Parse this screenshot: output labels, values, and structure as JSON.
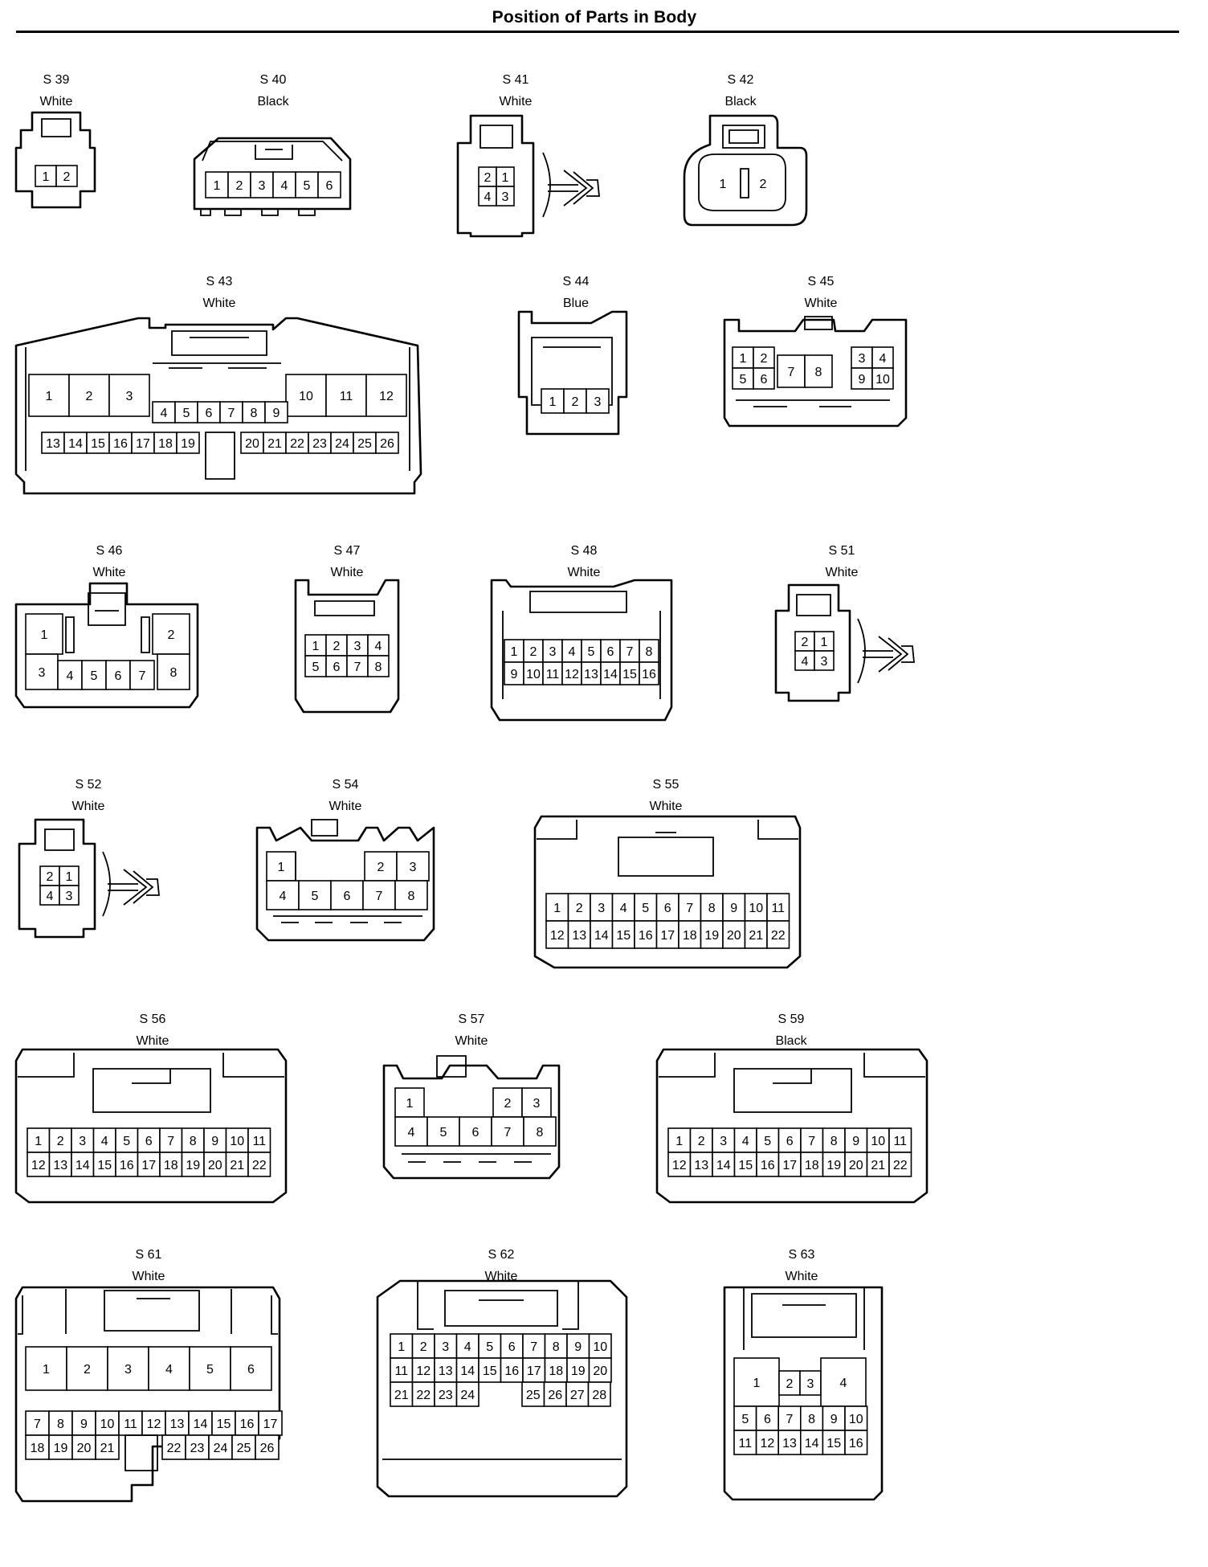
{
  "page": {
    "title": "Position of Parts in Body"
  },
  "connectors": [
    {
      "id": "S 39",
      "color": "White"
    },
    {
      "id": "S 40",
      "color": "Black"
    },
    {
      "id": "S 41",
      "color": "White"
    },
    {
      "id": "S 42",
      "color": "Black"
    },
    {
      "id": "S 43",
      "color": "White"
    },
    {
      "id": "S 44",
      "color": "Blue"
    },
    {
      "id": "S 45",
      "color": "White"
    },
    {
      "id": "S 46",
      "color": "White"
    },
    {
      "id": "S 47",
      "color": "White"
    },
    {
      "id": "S 48",
      "color": "White"
    },
    {
      "id": "S 51",
      "color": "White"
    },
    {
      "id": "S 52",
      "color": "White"
    },
    {
      "id": "S 54",
      "color": "White"
    },
    {
      "id": "S 55",
      "color": "White"
    },
    {
      "id": "S 56",
      "color": "White"
    },
    {
      "id": "S 57",
      "color": "White"
    },
    {
      "id": "S 59",
      "color": "Black"
    },
    {
      "id": "S 61",
      "color": "White"
    },
    {
      "id": "S 62",
      "color": "White"
    },
    {
      "id": "S 63",
      "color": "White"
    }
  ]
}
